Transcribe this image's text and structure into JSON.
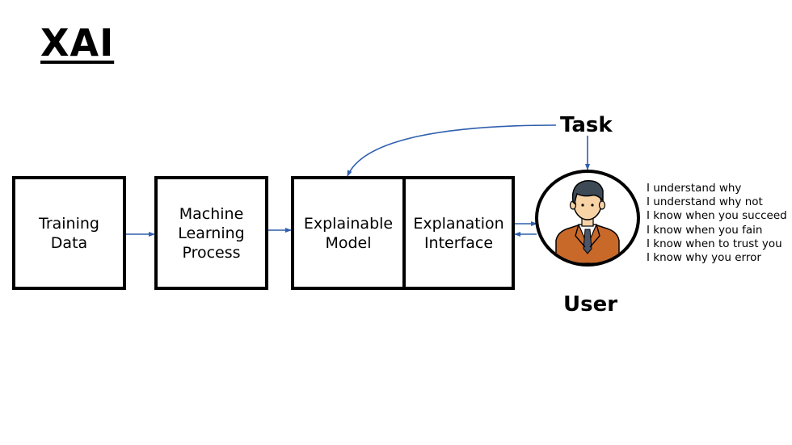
{
  "title": "XAI",
  "boxes": {
    "training": "Training\nData",
    "ml": "Machine\nLearning\nProcess",
    "model": "Explainable\nModel",
    "interface": "Explanation\nInterface"
  },
  "task": "Task",
  "user": "User",
  "statements": [
    "I understand why",
    "I understand why not",
    "I know when you succeed",
    "I know when you fain",
    "I know when to trust you",
    "I know why you error"
  ],
  "colors": {
    "arrow": "#2F5FAE",
    "skin": "#F7D3A6",
    "hair": "#3D4A56",
    "jacket": "#C8692A",
    "shirt": "#FFFFFF",
    "tie": "#4A5568"
  },
  "icons": {
    "user": "person-icon"
  }
}
